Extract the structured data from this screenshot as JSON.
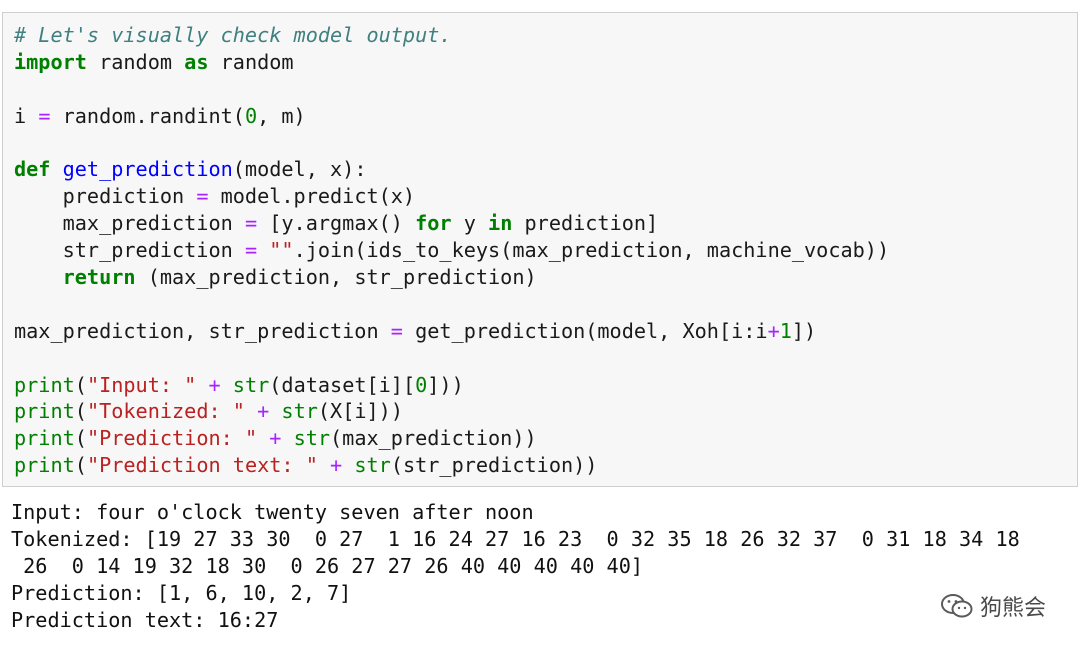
{
  "code_lines": [
    [
      {
        "c": "cm",
        "t": "# Let's visually check model output."
      }
    ],
    [
      {
        "c": "kw",
        "t": "import"
      },
      {
        "c": "",
        "t": " random "
      },
      {
        "c": "kw",
        "t": "as"
      },
      {
        "c": "",
        "t": " random"
      }
    ],
    [],
    [
      {
        "c": "",
        "t": "i "
      },
      {
        "c": "op",
        "t": "="
      },
      {
        "c": "",
        "t": " random.randint("
      },
      {
        "c": "nu",
        "t": "0"
      },
      {
        "c": "",
        "t": ", m)"
      }
    ],
    [],
    [
      {
        "c": "kw",
        "t": "def"
      },
      {
        "c": "",
        "t": " "
      },
      {
        "c": "fn",
        "t": "get_prediction"
      },
      {
        "c": "",
        "t": "(model, x):"
      }
    ],
    [
      {
        "c": "",
        "t": "    prediction "
      },
      {
        "c": "op",
        "t": "="
      },
      {
        "c": "",
        "t": " model.predict(x)"
      }
    ],
    [
      {
        "c": "",
        "t": "    max_prediction "
      },
      {
        "c": "op",
        "t": "="
      },
      {
        "c": "",
        "t": " [y.argmax() "
      },
      {
        "c": "kw",
        "t": "for"
      },
      {
        "c": "",
        "t": " y "
      },
      {
        "c": "kw",
        "t": "in"
      },
      {
        "c": "",
        "t": " prediction]"
      }
    ],
    [
      {
        "c": "",
        "t": "    str_prediction "
      },
      {
        "c": "op",
        "t": "="
      },
      {
        "c": "",
        "t": " "
      },
      {
        "c": "st",
        "t": "\"\""
      },
      {
        "c": "",
        "t": ".join(ids_to_keys(max_prediction, machine_vocab))"
      }
    ],
    [
      {
        "c": "",
        "t": "    "
      },
      {
        "c": "kw",
        "t": "return"
      },
      {
        "c": "",
        "t": " (max_prediction, str_prediction)"
      }
    ],
    [],
    [
      {
        "c": "",
        "t": "max_prediction, str_prediction "
      },
      {
        "c": "op",
        "t": "="
      },
      {
        "c": "",
        "t": " get_prediction(model, Xoh[i:i"
      },
      {
        "c": "op",
        "t": "+"
      },
      {
        "c": "nu",
        "t": "1"
      },
      {
        "c": "",
        "t": "])"
      }
    ],
    [],
    [
      {
        "c": "bi",
        "t": "print"
      },
      {
        "c": "",
        "t": "("
      },
      {
        "c": "st",
        "t": "\"Input: \""
      },
      {
        "c": "",
        "t": " "
      },
      {
        "c": "op",
        "t": "+"
      },
      {
        "c": "",
        "t": " "
      },
      {
        "c": "bi",
        "t": "str"
      },
      {
        "c": "",
        "t": "(dataset[i]["
      },
      {
        "c": "nu",
        "t": "0"
      },
      {
        "c": "",
        "t": "]))"
      }
    ],
    [
      {
        "c": "bi",
        "t": "print"
      },
      {
        "c": "",
        "t": "("
      },
      {
        "c": "st",
        "t": "\"Tokenized: \""
      },
      {
        "c": "",
        "t": " "
      },
      {
        "c": "op",
        "t": "+"
      },
      {
        "c": "",
        "t": " "
      },
      {
        "c": "bi",
        "t": "str"
      },
      {
        "c": "",
        "t": "(X[i]))"
      }
    ],
    [
      {
        "c": "bi",
        "t": "print"
      },
      {
        "c": "",
        "t": "("
      },
      {
        "c": "st",
        "t": "\"Prediction: \""
      },
      {
        "c": "",
        "t": " "
      },
      {
        "c": "op",
        "t": "+"
      },
      {
        "c": "",
        "t": " "
      },
      {
        "c": "bi",
        "t": "str"
      },
      {
        "c": "",
        "t": "(max_prediction))"
      }
    ],
    [
      {
        "c": "bi",
        "t": "print"
      },
      {
        "c": "",
        "t": "("
      },
      {
        "c": "st",
        "t": "\"Prediction text: \""
      },
      {
        "c": "",
        "t": " "
      },
      {
        "c": "op",
        "t": "+"
      },
      {
        "c": "",
        "t": " "
      },
      {
        "c": "bi",
        "t": "str"
      },
      {
        "c": "",
        "t": "(str_prediction))"
      }
    ]
  ],
  "output_lines": [
    "Input: four o'clock twenty seven after noon",
    "Tokenized: [19 27 33 30  0 27  1 16 24 27 16 23  0 32 35 18 26 32 37  0 31 18 34 18",
    " 26  0 14 19 32 18 30  0 26 27 27 26 40 40 40 40 40]",
    "Prediction: [1, 6, 10, 2, 7]",
    "Prediction text: 16:27"
  ],
  "watermark": {
    "text": "狗熊会",
    "icon": "wechat-icon"
  }
}
